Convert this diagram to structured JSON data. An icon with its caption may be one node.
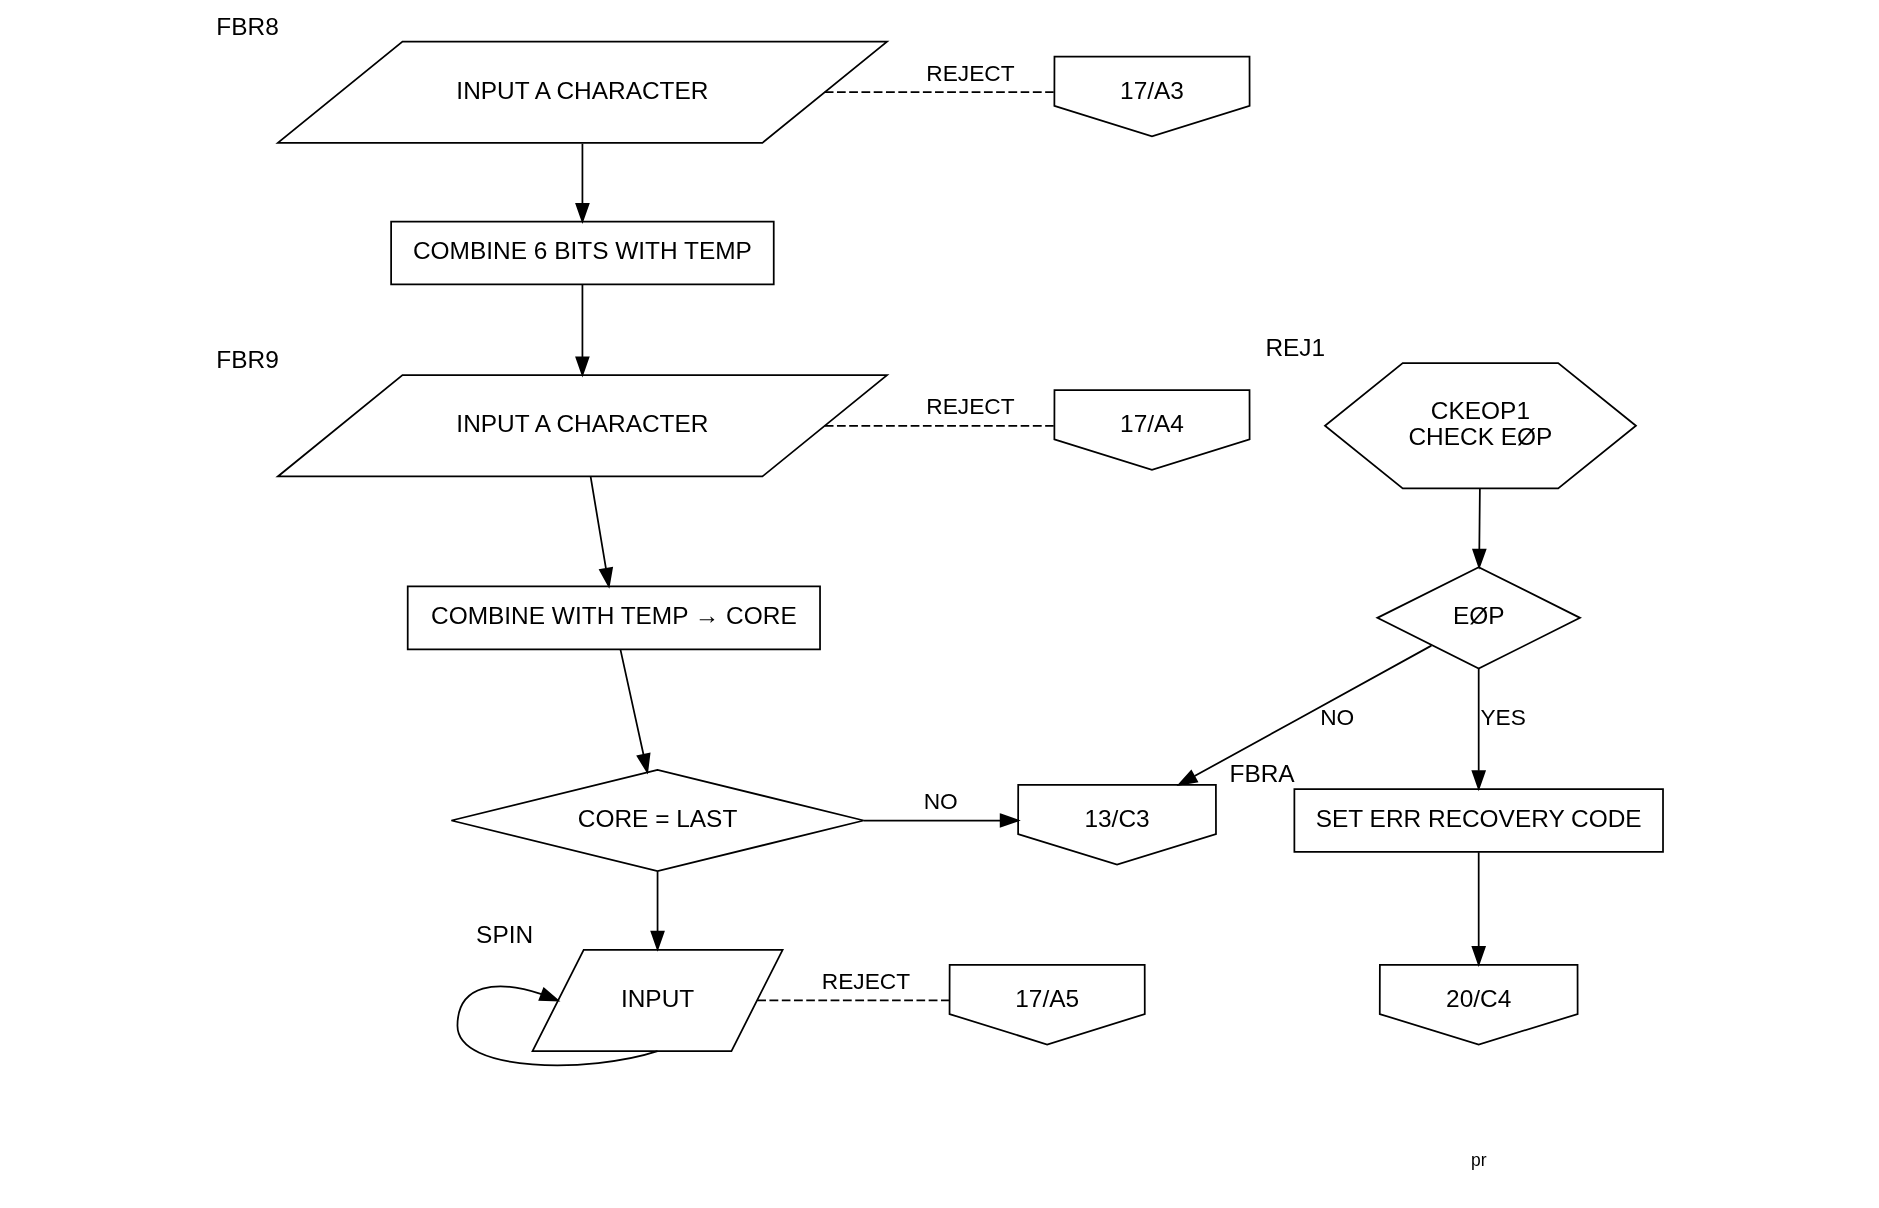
{
  "diagram": {
    "nodes": [
      {
        "text": [
          "INPUT A CHARACTER"
        ],
        "beside": [
          "FBR8"
        ]
      },
      {
        "text": [
          "17/A3"
        ]
      },
      {
        "text": [
          "COMBINE 6 BITS WITH TEMP"
        ]
      },
      {
        "text": [
          "INPUT A CHARACTER"
        ],
        "beside": [
          "FBR9"
        ]
      },
      {
        "text": [
          "17/A4"
        ]
      },
      {
        "text": [
          "COMBINE WITH TEMP → CORE"
        ]
      },
      {
        "text": [
          "CORE = LAST"
        ]
      },
      {
        "text": [
          "13/C3"
        ]
      },
      {
        "text": [
          "INPUT"
        ],
        "beside": [
          "SPIN"
        ]
      },
      {
        "text": [
          "17/A5"
        ]
      },
      {
        "text": [
          "CKEOP1",
          "CHECK EØP"
        ],
        "beside": [
          "REJ1"
        ]
      },
      {
        "text": [
          "EØP"
        ]
      },
      {
        "text": [
          "SET ERR RECOVERY CODE"
        ],
        "beside": [
          "FBRA"
        ]
      },
      {
        "text": [
          "20/C4"
        ]
      }
    ],
    "edges": [
      {
        "from": 0,
        "to": 1,
        "arrow": "none",
        "label": "REJECT",
        "style": "dashed"
      },
      {
        "from": 0,
        "to": 2,
        "arrow": "to"
      },
      {
        "from": 2,
        "to": 3,
        "arrow": "to"
      },
      {
        "from": 3,
        "to": 4,
        "arrow": "none",
        "label": "REJECT",
        "style": "dashed"
      },
      {
        "from": 3,
        "to": 5,
        "arrow": "to"
      },
      {
        "from": 5,
        "to": 6,
        "arrow": "to"
      },
      {
        "from": 6,
        "to": 7,
        "arrow": "to",
        "label": "NO"
      },
      {
        "from": 6,
        "to": 8,
        "arrow": "to"
      },
      {
        "from": 8,
        "to": 8,
        "arrow": "to"
      },
      {
        "from": 8,
        "to": 9,
        "arrow": "none",
        "label": "REJECT",
        "style": "dashed"
      },
      {
        "from": 10,
        "to": 11,
        "arrow": "to"
      },
      {
        "from": 11,
        "to": 7,
        "arrow": "to",
        "label": "NO"
      },
      {
        "from": 11,
        "to": 12,
        "arrow": "to",
        "label": "YES"
      },
      {
        "from": 12,
        "to": 13,
        "arrow": "to"
      }
    ],
    "labels": [
      "pr"
    ]
  }
}
